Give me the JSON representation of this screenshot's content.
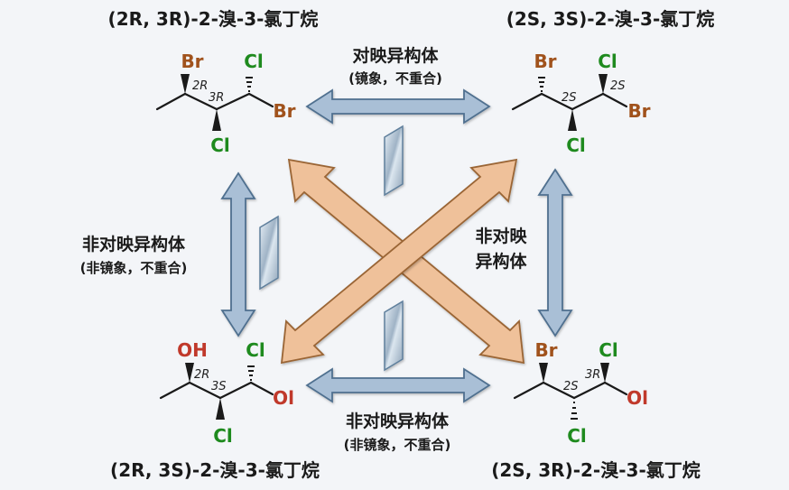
{
  "molecules": {
    "tl": {
      "title": "(2R, 3R)-2-溴-3-氯丁烷",
      "atom_top_left": "Br",
      "atom_top_right": "Cl",
      "atom_bottom": "Cl",
      "atom_right": "Br",
      "stereo_c2": "2R",
      "stereo_c3": "3R"
    },
    "tr": {
      "title": "(2S, 3S)-2-溴-3-氯丁烷",
      "atom_top_left": "Br",
      "atom_top_right": "Cl",
      "atom_bottom": "Cl",
      "atom_right": "Br",
      "stereo_c2": "2S",
      "stereo_c3": "2S"
    },
    "bl": {
      "title": "(2R, 3S)-2-溴-3-氯丁烷",
      "atom_top_left": "OH",
      "atom_top_right": "Cl",
      "atom_bottom": "Cl",
      "atom_right": "Ol",
      "stereo_c2": "2R",
      "stereo_c3": "3S"
    },
    "br": {
      "title": "(2S, 3R)-2-溴-3-氯丁烷",
      "atom_top_left": "Br",
      "atom_top_right": "Cl",
      "atom_bottom": "Cl",
      "atom_right": "Ol",
      "stereo_c2": "2S",
      "stereo_c3": "3R"
    }
  },
  "relations": {
    "top": {
      "line1": "对映异构体",
      "line2": "(镜象，不重合)"
    },
    "bottom": {
      "line1": "非对映异构体",
      "line2": "(非镜象，不重合)"
    },
    "left": {
      "line1": "非对映异构体",
      "line2": "(非镜象，不重合)"
    },
    "right": {
      "line1": "非对映",
      "line2": "异构体"
    }
  },
  "colors": {
    "bromine": "#a0521c",
    "chlorine": "#1e8a1e",
    "oxygen": "#c0392b",
    "blue_arrow": "#a9bfd6",
    "orange_arrow": "#efc19a"
  }
}
